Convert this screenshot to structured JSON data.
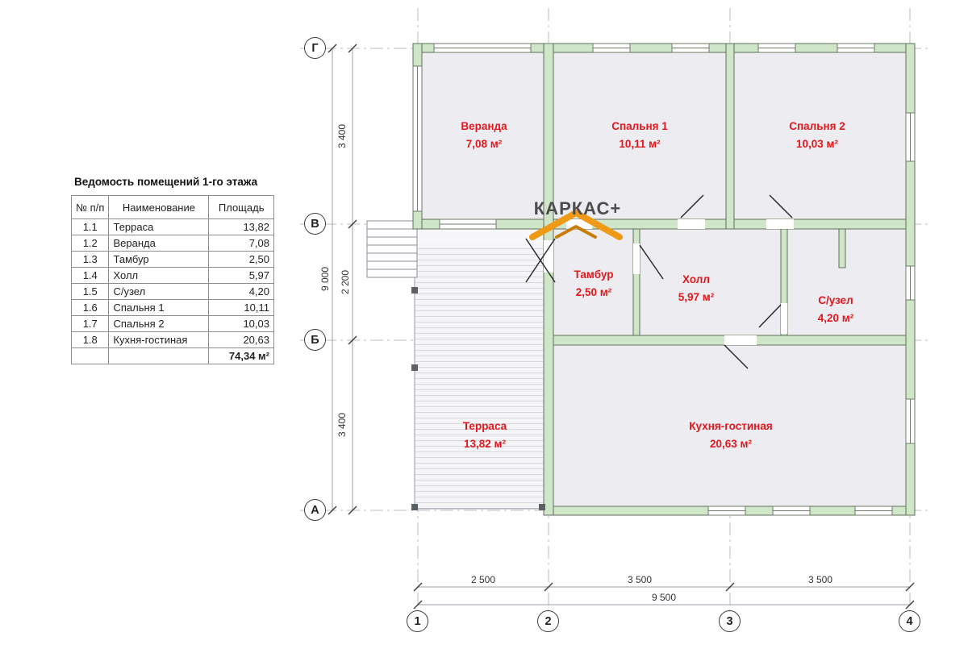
{
  "drawing": {
    "watermark": "КАРКАС+"
  },
  "schedule": {
    "title": "Ведомость помещений 1-го этажа",
    "headers": [
      "№ п/п",
      "Наименование",
      "Площадь"
    ],
    "rows": [
      {
        "num": "1.1",
        "name": "Терраса",
        "area": "13,82"
      },
      {
        "num": "1.2",
        "name": "Веранда",
        "area": "7,08"
      },
      {
        "num": "1.3",
        "name": "Тамбур",
        "area": "2,50"
      },
      {
        "num": "1.4",
        "name": "Холл",
        "area": "5,97"
      },
      {
        "num": "1.5",
        "name": "С/узел",
        "area": "4,20"
      },
      {
        "num": "1.6",
        "name": "Спальня 1",
        "area": "10,11"
      },
      {
        "num": "1.7",
        "name": "Спальня 2",
        "area": "10,03"
      },
      {
        "num": "1.8",
        "name": "Кухня-гостиная",
        "area": "20,63"
      }
    ],
    "total": "74,34 м²"
  },
  "rooms": [
    {
      "name": "Веранда",
      "area": "7,08 м²"
    },
    {
      "name": "Спальня 1",
      "area": "10,11 м²"
    },
    {
      "name": "Спальня 2",
      "area": "10,03 м²"
    },
    {
      "name": "Тамбур",
      "area": "2,50 м²"
    },
    {
      "name": "Холл",
      "area": "5,97 м²"
    },
    {
      "name": "С/узел",
      "area": "4,20 м²"
    },
    {
      "name": "Терраса",
      "area": "13,82 м²"
    },
    {
      "name": "Кухня-гостиная",
      "area": "20,63 м²"
    }
  ],
  "axes": {
    "rows": [
      "Г",
      "В",
      "Б",
      "А"
    ],
    "cols": [
      "1",
      "2",
      "3",
      "4"
    ]
  },
  "dims": {
    "left_segments": [
      "3 400",
      "2 200",
      "3 400"
    ],
    "left_total": "9 000",
    "bottom_segments": [
      "2 500",
      "3 500",
      "3 500"
    ],
    "bottom_total": "9 500"
  },
  "colors": {
    "wall_fill": "#cfe6c8",
    "room_fill": "#ececf1",
    "label_red": "#e2181d",
    "logo_orange": "#ee9a17"
  }
}
